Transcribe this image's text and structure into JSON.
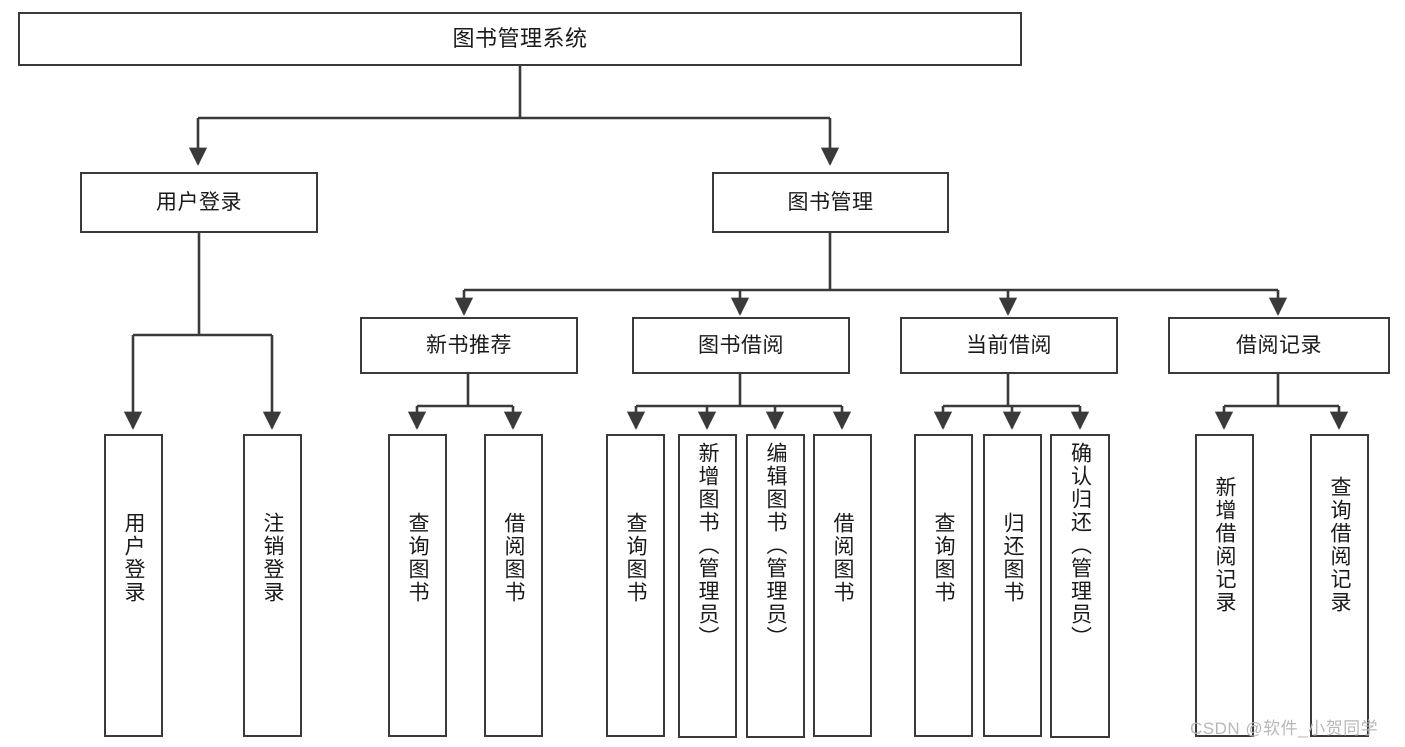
{
  "diagram": {
    "type": "tree-hierarchy-chart",
    "title": "图书管理系统",
    "colors": {
      "box_border": "#3a3a3a",
      "box_fill": "#ffffff",
      "connector": "#3a3a3a",
      "text": "#1a1a1a",
      "watermark": "#b8b8b8"
    },
    "levels": {
      "root": {
        "label": "图书管理系统"
      },
      "level2": [
        {
          "id": "user-login",
          "label": "用户登录"
        },
        {
          "id": "book-management",
          "label": "图书管理"
        }
      ],
      "level3": [
        {
          "id": "new-book-recommend",
          "label": "新书推荐",
          "parent": "book-management"
        },
        {
          "id": "book-borrow",
          "label": "图书借阅",
          "parent": "book-management"
        },
        {
          "id": "current-borrow",
          "label": "当前借阅",
          "parent": "book-management"
        },
        {
          "id": "borrow-record",
          "label": "借阅记录",
          "parent": "book-management"
        }
      ],
      "leaves": [
        {
          "id": "leaf-user-login",
          "label": "用户登录",
          "parent": "user-login"
        },
        {
          "id": "leaf-logout-login",
          "label": "注销登录",
          "parent": "user-login"
        },
        {
          "id": "leaf-query-book-1",
          "label": "查询图书",
          "parent": "new-book-recommend"
        },
        {
          "id": "leaf-borrow-book-1",
          "label": "借阅图书",
          "parent": "new-book-recommend"
        },
        {
          "id": "leaf-query-book-2",
          "label": "查询图书",
          "parent": "book-borrow"
        },
        {
          "id": "leaf-add-book",
          "label": "新增图书（管理员）",
          "parent": "book-borrow"
        },
        {
          "id": "leaf-edit-book",
          "label": "编辑图书（管理员）",
          "parent": "book-borrow"
        },
        {
          "id": "leaf-borrow-book-2",
          "label": "借阅图书",
          "parent": "book-borrow"
        },
        {
          "id": "leaf-query-book-3",
          "label": "查询图书",
          "parent": "current-borrow"
        },
        {
          "id": "leaf-return-book",
          "label": "归还图书",
          "parent": "current-borrow"
        },
        {
          "id": "leaf-confirm-return",
          "label": "确认归还（管理员）",
          "parent": "current-borrow"
        },
        {
          "id": "leaf-add-record",
          "label": "新增借阅记录",
          "parent": "borrow-record"
        },
        {
          "id": "leaf-query-record",
          "label": "查询借阅记录",
          "parent": "borrow-record"
        }
      ]
    },
    "watermark": "CSDN @软件_小贺同学"
  }
}
